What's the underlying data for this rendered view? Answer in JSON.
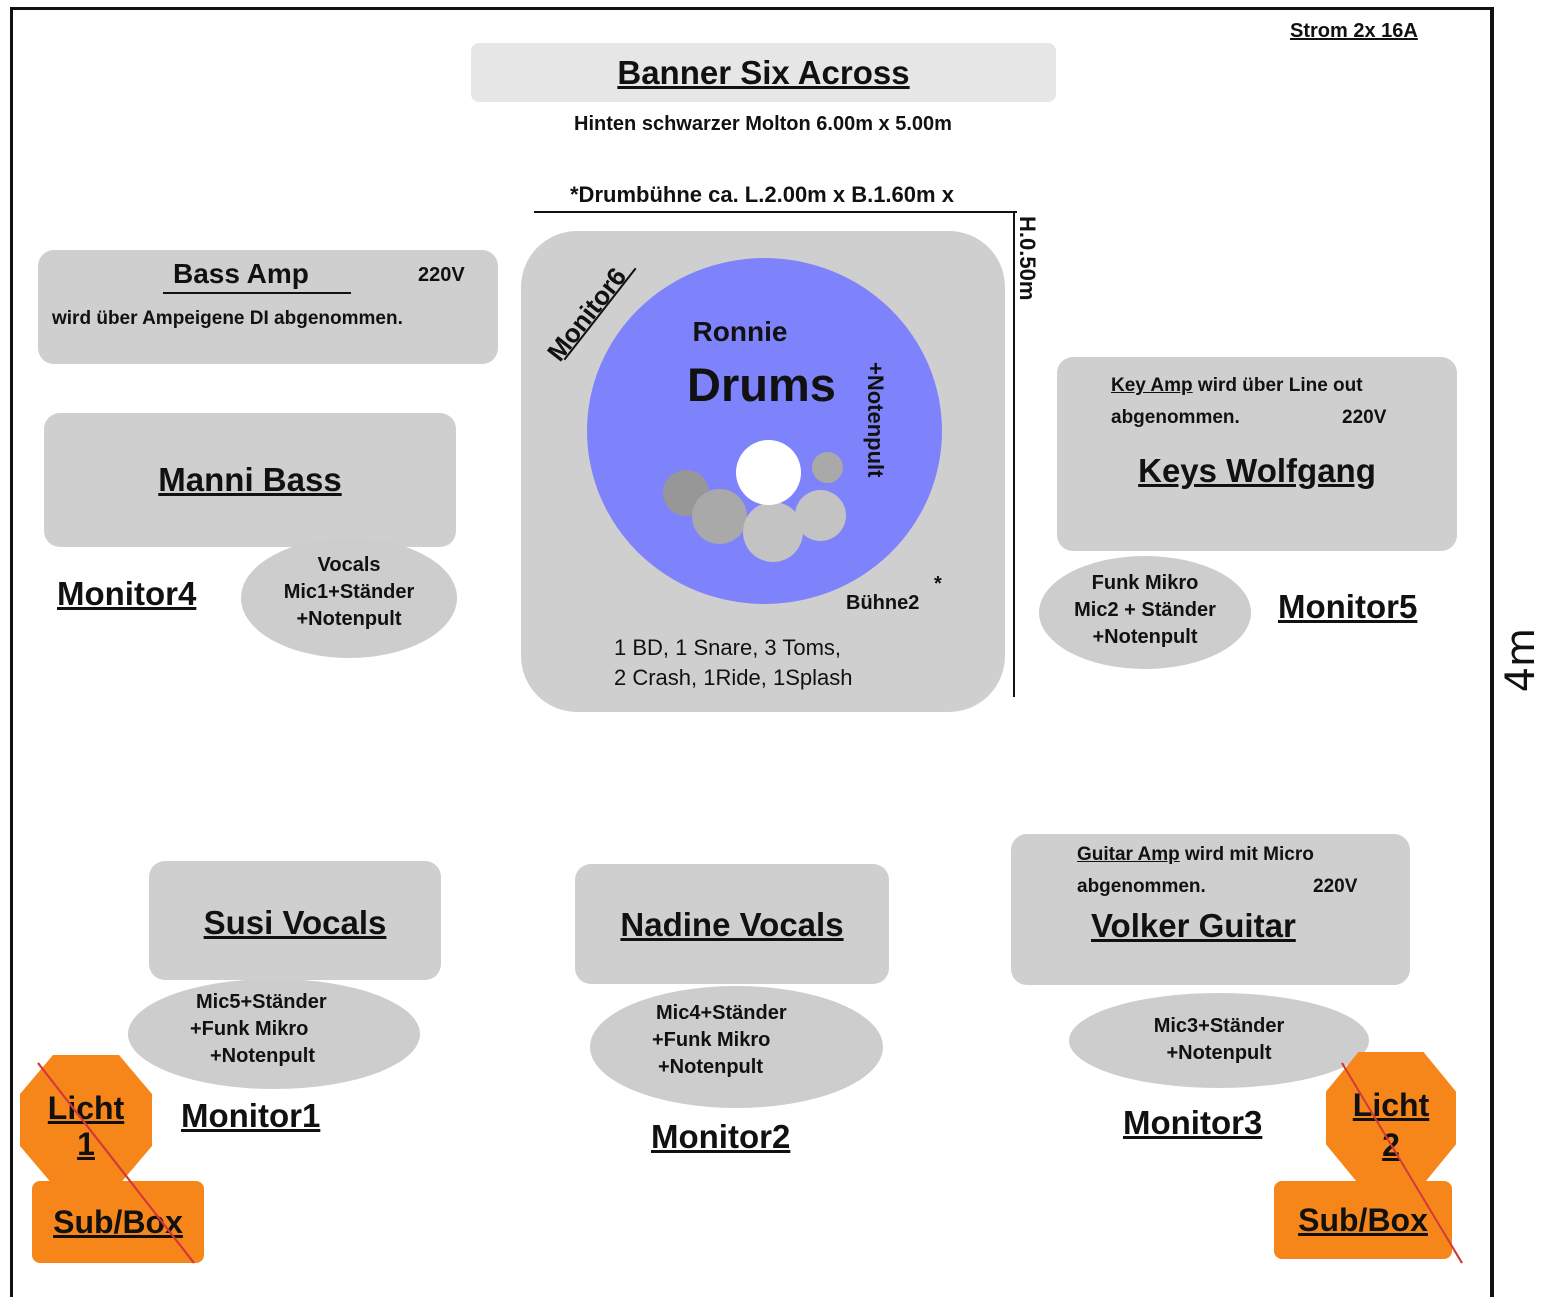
{
  "power": "Strom 2x 16A",
  "banner": {
    "title": "Banner Six Across",
    "subtitle": "Hinten schwarzer Molton 6.00m x 5.00m"
  },
  "drum_riser": {
    "label_top": "*Drumbühne ca. L.2.00m x B.1.60m x",
    "label_side": "H.0.50m",
    "monitor": "Monitor6",
    "name": "Ronnie",
    "title": "Drums",
    "notenpult": "+Notenpult",
    "stage2": "Bühne2",
    "stage2_mark": "*",
    "kit_line1": "1 BD, 1 Snare, 3 Toms,",
    "kit_line2": "2 Crash, 1Ride, 1Splash"
  },
  "bass_amp": {
    "title": "Bass Amp",
    "voltage": "220V",
    "note": "wird über Ampeigene DI abgenommen."
  },
  "bass": {
    "title": "Manni Bass",
    "monitor": "Monitor4",
    "mic": [
      "Vocals",
      "Mic1+Ständer",
      "+Notenpult"
    ]
  },
  "keys": {
    "amp_label": "Key Amp",
    "amp_note": " wird über Line out",
    "amp_note2": "abgenommen.",
    "voltage": "220V",
    "title": "Keys Wolfgang",
    "monitor": "Monitor5",
    "mic": [
      "Funk Mikro",
      "Mic2 + Ständer",
      "+Notenpult"
    ]
  },
  "susi": {
    "title": "Susi Vocals",
    "monitor": "Monitor1",
    "mic": [
      "Mic5+Ständer",
      "+Funk Mikro",
      "+Notenpult"
    ]
  },
  "nadine": {
    "title": "Nadine Vocals",
    "monitor": "Monitor2",
    "mic": [
      "Mic4+Ständer",
      "+Funk Mikro",
      "+Notenpult"
    ]
  },
  "guitar": {
    "amp_label": "Guitar Amp",
    "amp_note": " wird mit Micro",
    "amp_note2": "abgenommen.",
    "voltage": "220V",
    "title": "Volker Guitar",
    "monitor": "Monitor3",
    "mic": [
      "Mic3+Ständer",
      "+Notenpult"
    ]
  },
  "light1": {
    "line1": "Licht",
    "line2": "1"
  },
  "light2": {
    "line1": "Licht",
    "line2": "2"
  },
  "sub_left": "Sub/Box",
  "sub_right": "Sub/Box",
  "depth": "4m",
  "colors": {
    "drum_circle": "#7f83fb",
    "panel": "#cfcfcf",
    "orange": "#f7861a"
  }
}
